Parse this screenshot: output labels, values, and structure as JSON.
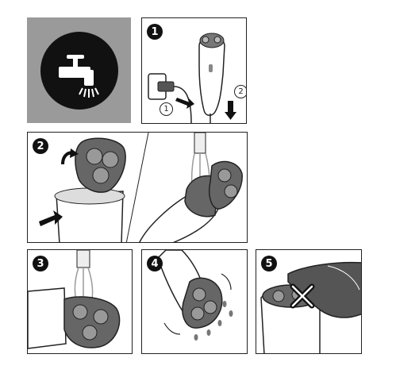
{
  "intro_icon": {
    "icon": "faucet-water-icon"
  },
  "steps": [
    {
      "label": "1",
      "callouts": [
        "1",
        "2"
      ]
    },
    {
      "label": "2"
    },
    {
      "label": "3"
    },
    {
      "label": "4"
    },
    {
      "label": "5"
    }
  ]
}
